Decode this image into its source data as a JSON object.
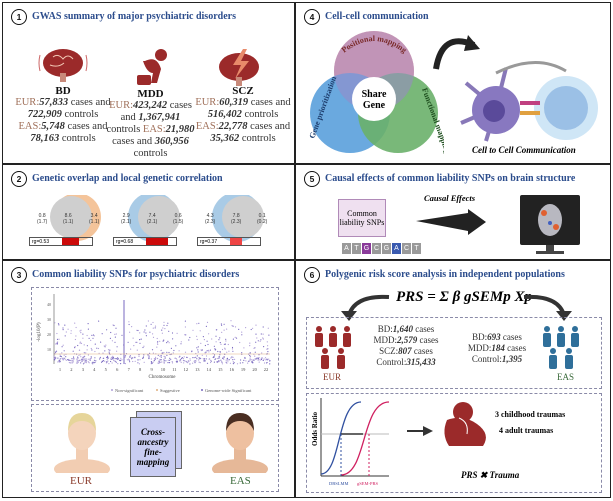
{
  "panel1": {
    "number": "1",
    "title": "GWAS summary of major psychiatric disorders",
    "disorders": [
      {
        "name": "BD",
        "eur_prefix": "EUR:",
        "eur_cases": "57,833",
        "eur_mid": " cases and ",
        "eur_controls": "722,909",
        "eur_suffix": " controls",
        "eas_prefix": "EAS:",
        "eas_cases": "5,748",
        "eas_mid": " cases and ",
        "eas_controls": "78,163",
        "eas_suffix": " controls",
        "icon": "brain-waves-icon"
      },
      {
        "name": "MDD",
        "eur_prefix": "EUR:",
        "eur_cases": "423,242",
        "eur_mid": " cases and ",
        "eur_controls": "1,367,941",
        "eur_suffix": " controls",
        "eas_prefix": "EAS:",
        "eas_cases": "21,980",
        "eas_mid": " cases and ",
        "eas_controls": "360,956",
        "eas_suffix": " controls",
        "icon": "depressed-person-icon"
      },
      {
        "name": "SCZ",
        "eur_prefix": "EUR:",
        "eur_cases": "60,319",
        "eur_mid": " cases and ",
        "eur_controls": "516,402",
        "eur_suffix": " controls",
        "eas_prefix": "EAS:",
        "eas_cases": "22,778",
        "eas_mid": " cases and ",
        "eas_controls": "35,362",
        "eas_suffix": " controls",
        "icon": "brain-lightning-icon"
      }
    ],
    "color": "#9b2a2a"
  },
  "panel2": {
    "number": "2",
    "title": "Genetic overlap and local genetic correlation",
    "venns": [
      {
        "left": "0.8",
        "left_sd": "(1.7)",
        "shared": "8.6",
        "shared_sd": "(1.1)",
        "right": "3.4",
        "right_sd": "(1.1)",
        "rg": "rg=0.53",
        "rg_value": 0.53
      },
      {
        "left": "2.9",
        "left_sd": "(2.1)",
        "shared": "7.4",
        "shared_sd": "(2.1)",
        "right": "0.6",
        "right_sd": "(1.5)",
        "rg": "rg=0.68",
        "rg_value": 0.68
      },
      {
        "left": "4.3",
        "left_sd": "(2.3)",
        "shared": "7.8",
        "shared_sd": "(2.3)",
        "right": "0.1",
        "right_sd": "(0.2)",
        "rg": "rg=0.37",
        "rg_value": 0.37
      }
    ]
  },
  "panel3": {
    "number": "3",
    "title": "Common liability SNPs for psychiatric disorders",
    "manhattan": {
      "ylabel": "-log10(P)",
      "xlabel": "Chromosome",
      "yticks": [
        "10",
        "20",
        "30",
        "40"
      ],
      "chromosomes": [
        "1",
        "2",
        "3",
        "4",
        "5",
        "6",
        "7",
        "8",
        "9",
        "10",
        "11",
        "12",
        "13",
        "14",
        "15",
        "16",
        "19",
        "20",
        "22"
      ],
      "legend": [
        "Non-significant",
        "Suggestive",
        "Genome-wide Significant"
      ]
    },
    "eur_label": "EUR",
    "eas_label": "EAS",
    "method": "Cross-ancestry fine-mapping"
  },
  "panel4": {
    "number": "4",
    "title": "Cell-cell communication",
    "venn": [
      "Positional mapping",
      "Gene prioritization",
      "Functional mapping"
    ],
    "center": "Share Gene",
    "caption": "Cell to Cell Communication"
  },
  "panel5": {
    "number": "5",
    "title": "Causal effects of common liability SNPs on brain structure",
    "snp_box": "Common liability SNPs",
    "arrow": "Causal Effects",
    "sequence": [
      "A",
      "T",
      "G",
      "C",
      "G",
      "A",
      "C",
      "T"
    ]
  },
  "panel6": {
    "number": "6",
    "title": "Polygenic risk score analysis in independent populations",
    "formula": "PRS = Σ β gSEMp Xp",
    "eur": {
      "label": "EUR",
      "lines": [
        [
          "BD:",
          "1,640",
          " cases"
        ],
        [
          "MDD:",
          "2,579",
          " cases"
        ],
        [
          "SCZ:",
          "807",
          " cases"
        ],
        [
          "Control:",
          "315,433",
          ""
        ]
      ]
    },
    "eas": {
      "label": "EAS",
      "lines": [
        [
          "BD:",
          "693",
          " cases"
        ],
        [
          "MDD:",
          "184",
          " cases"
        ],
        [
          "Control:",
          "1,395",
          ""
        ]
      ]
    },
    "curve": {
      "ylabel": "Odds Ratio",
      "blue_label": "DBSLMM",
      "red_label": "gSEM-PRS"
    },
    "traumas": [
      "3 childhood traumas",
      "4 adult traumas"
    ],
    "interaction": "PRS ✖ Trauma"
  }
}
